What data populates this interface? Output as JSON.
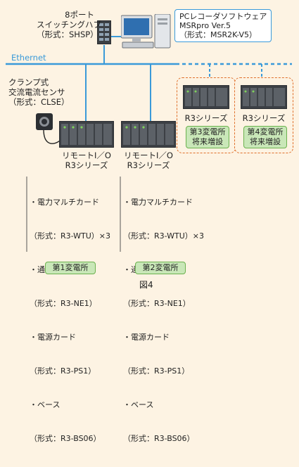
{
  "switch_label": [
    "8ポート",
    "スイッチングハブ",
    "（形式：SHSP）"
  ],
  "pc_callout": [
    "PCレコーダソフトウェア",
    "MSRpro Ver.5",
    "（形式：MSR2K-V5）"
  ],
  "ethernet_label": "Ethernet",
  "sensor_label": [
    "クランプ式",
    "交流電流センサ",
    "（形式：CLSE）"
  ],
  "remote1_label": [
    "リモートI／O",
    "R3シリーズ"
  ],
  "remote2_label": [
    "リモートI／O",
    "R3シリーズ"
  ],
  "future3": {
    "series": "R3シリーズ",
    "name": [
      "第3変電所",
      "将来増設"
    ]
  },
  "future4": {
    "series": "R3シリーズ",
    "name": [
      "第4変電所",
      "将来増設"
    ]
  },
  "station1": {
    "items": [
      "・電力マルチカード",
      "（形式：R3-WTU）×3",
      "・通信カード",
      "（形式：R3-NE1）",
      "・電源カード",
      "（形式：R3-PS1）",
      "・ベース",
      "（形式：R3-BS06）"
    ],
    "tag": "第1変電所"
  },
  "station2": {
    "items": [
      "・電力マルチカード",
      "（形式：R3-WTU）×3",
      "・通信カード",
      "（形式：R3-NE1）",
      "・電源カード",
      "（形式：R3-PS1）",
      "・ベース",
      "（形式：R3-BS06）"
    ],
    "tag": "第2変電所"
  },
  "figure_caption": "図4",
  "colors": {
    "line": "#3a9ad9",
    "dashed": "#e0702b",
    "tag_bg": "#c9e7b8",
    "background": "#fdf3e3"
  }
}
